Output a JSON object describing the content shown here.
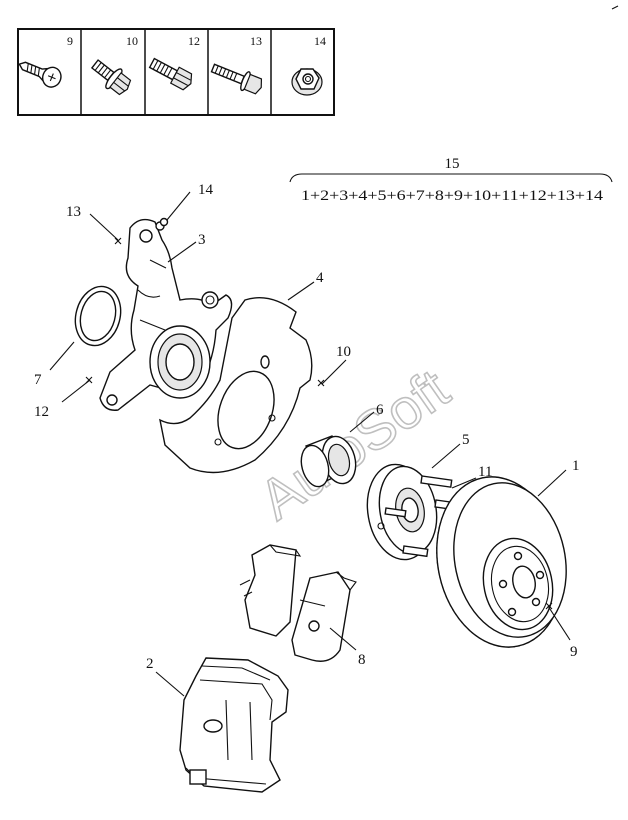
{
  "fastener_table": {
    "cells": [
      {
        "number": "9",
        "icon": "phillips-screw-icon"
      },
      {
        "number": "10",
        "icon": "flange-bolt-icon"
      },
      {
        "number": "12",
        "icon": "hex-bolt-icon"
      },
      {
        "number": "13",
        "icon": "long-hex-bolt-icon"
      },
      {
        "number": "14",
        "icon": "flange-nut-icon"
      }
    ]
  },
  "assembly": {
    "number": "15",
    "formula": "1+2+3+4+5+6+7+8+9+10+11+12+13+14"
  },
  "callouts": {
    "c1": "1",
    "c2": "2",
    "c3": "3",
    "c4": "4",
    "c5": "5",
    "c6": "6",
    "c7": "7",
    "c8": "8",
    "c9": "9",
    "c10": "10",
    "c11": "11",
    "c12": "12",
    "c13": "13",
    "c14": "14"
  },
  "watermark": "AutoSoft"
}
